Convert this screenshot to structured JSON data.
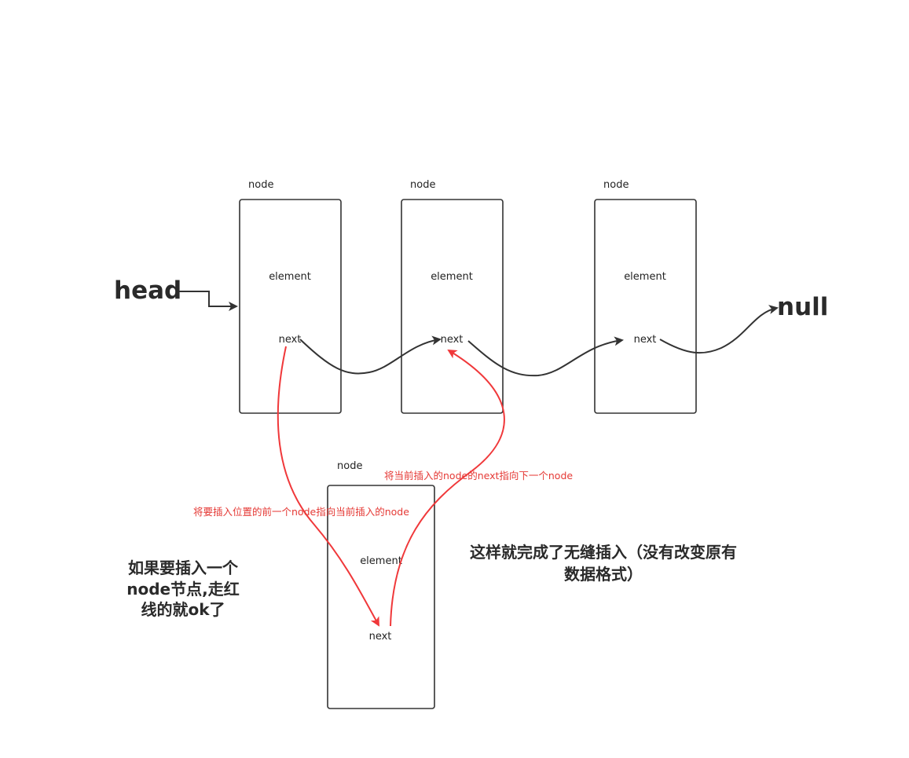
{
  "nodes": [
    {
      "label": "node",
      "element": "element",
      "next": "next"
    },
    {
      "label": "node",
      "element": "element",
      "next": "next"
    },
    {
      "label": "node",
      "element": "element",
      "next": "next"
    },
    {
      "label": "node",
      "element": "element",
      "next": "next"
    }
  ],
  "head_label": "head",
  "null_label": "null",
  "notes": {
    "red_point_next": "将当前插入的node的next指向下一个node",
    "red_prev_point": "将要插入位置的前一个node指向当前插入的node",
    "left_lines": [
      "如果要插入一个",
      "node节点,走红",
      "线的就ok了"
    ],
    "right_lines": [
      "这样就完成了无缝插入（没有改变原有",
      "数据格式）"
    ]
  },
  "colors": {
    "black_link": "#333333",
    "red_link": "#f0383a",
    "red_text": "#e53935"
  }
}
